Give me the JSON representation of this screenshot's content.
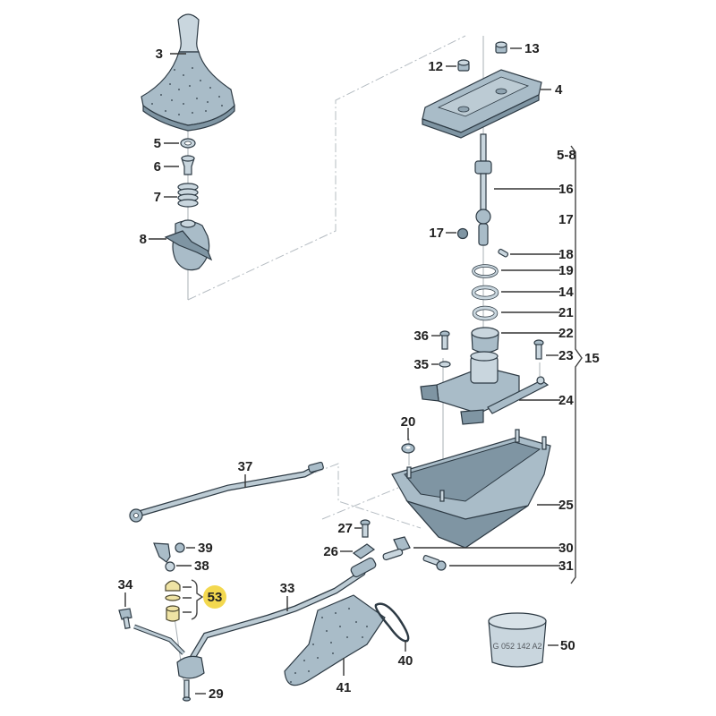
{
  "diagram": {
    "title": "Gear shift mechanism exploded parts diagram",
    "colors": {
      "part_fill": "#a9bcc8",
      "outline": "#2d3a44",
      "highlight_badge": "#f2d43c",
      "highlight_part": "#efe3a4",
      "label_text": "#222222"
    },
    "callouts": [
      {
        "id": "3",
        "label": "3",
        "part": "gear knob and boot"
      },
      {
        "id": "4",
        "label": "4",
        "part": "cover plate"
      },
      {
        "id": "5",
        "label": "5",
        "part": "circlip"
      },
      {
        "id": "6",
        "label": "6",
        "part": "bush"
      },
      {
        "id": "7",
        "label": "7",
        "part": "spring"
      },
      {
        "id": "8",
        "label": "8",
        "part": "ball housing"
      },
      {
        "id": "12",
        "label": "12",
        "part": "nut"
      },
      {
        "id": "13",
        "label": "13",
        "part": "nut"
      },
      {
        "id": "16",
        "label": "16",
        "part": "gear lever"
      },
      {
        "id": "17a",
        "label": "17",
        "part": "nut"
      },
      {
        "id": "17b",
        "label": "17",
        "part": "group reference"
      },
      {
        "id": "18",
        "label": "18",
        "part": "pin"
      },
      {
        "id": "19",
        "label": "19",
        "part": "ring"
      },
      {
        "id": "14",
        "label": "14",
        "part": "ring"
      },
      {
        "id": "21",
        "label": "21",
        "part": "ring"
      },
      {
        "id": "22",
        "label": "22",
        "part": "bearing shell"
      },
      {
        "id": "23",
        "label": "23",
        "part": "bolt"
      },
      {
        "id": "24",
        "label": "24",
        "part": "lever bearing housing"
      },
      {
        "id": "20",
        "label": "20",
        "part": "nut"
      },
      {
        "id": "25",
        "label": "25",
        "part": "housing"
      },
      {
        "id": "35",
        "label": "35",
        "part": "washer"
      },
      {
        "id": "36",
        "label": "36",
        "part": "bolt"
      },
      {
        "id": "37",
        "label": "37",
        "part": "selector rod"
      },
      {
        "id": "27",
        "label": "27",
        "part": "bolt"
      },
      {
        "id": "26",
        "label": "26",
        "part": "clamp"
      },
      {
        "id": "30",
        "label": "30",
        "part": "clamp piece"
      },
      {
        "id": "31",
        "label": "31",
        "part": "bolt"
      },
      {
        "id": "33",
        "label": "33",
        "part": "shift rod"
      },
      {
        "id": "39",
        "label": "39",
        "part": "nut"
      },
      {
        "id": "38",
        "label": "38",
        "part": "ball pin"
      },
      {
        "id": "34",
        "label": "34",
        "part": "bolt"
      },
      {
        "id": "53",
        "label": "53",
        "part": "bush repair kit",
        "highlighted": true
      },
      {
        "id": "29",
        "label": "29",
        "part": "screw"
      },
      {
        "id": "41",
        "label": "41",
        "part": "boot"
      },
      {
        "id": "40",
        "label": "40",
        "part": "clip"
      },
      {
        "id": "50",
        "label": "50",
        "part": "grease tin"
      }
    ],
    "group_labels": {
      "range": "5-8",
      "group": "15"
    },
    "grease_tin_text": "G 052 142 A2"
  }
}
